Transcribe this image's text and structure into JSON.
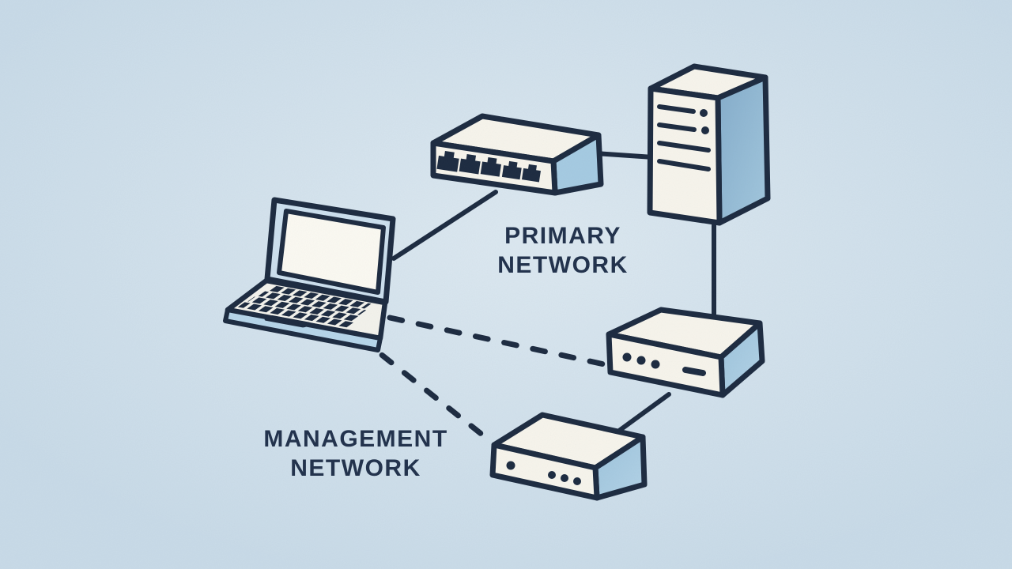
{
  "diagram": {
    "labels": {
      "primary_network": "PRIMARY\nNETWORK",
      "management_network": "MANAGEMENT\nNETWORK"
    },
    "palette": {
      "background": "#c9dbe8",
      "outline": "#1d2b40",
      "device_face": "#f8f5ec",
      "device_side_blue": "#8fb6d3",
      "laptop_bezel": "#cde0ee",
      "laptop_base_strip": "#b7d6ea",
      "label_text": "#23334d"
    },
    "devices": [
      {
        "icon": "switch-icon",
        "description": "5-port network switch",
        "ports": 5
      },
      {
        "icon": "server-icon",
        "description": "server tower with vent lines and 2 LEDs"
      },
      {
        "icon": "laptop-icon",
        "description": "open laptop with keyboard"
      },
      {
        "icon": "appliance-primary-icon",
        "description": "flat network appliance with 3 LEDs and slot"
      },
      {
        "icon": "appliance-management-icon",
        "description": "flat network appliance with 4 LEDs"
      }
    ],
    "connections": [
      {
        "from": "laptop",
        "to": "switch",
        "style": "solid"
      },
      {
        "from": "switch",
        "to": "server",
        "style": "solid"
      },
      {
        "from": "server",
        "to": "appliance-primary",
        "style": "solid"
      },
      {
        "from": "appliance-primary",
        "to": "appliance-management",
        "style": "solid"
      },
      {
        "from": "laptop",
        "to": "appliance-primary",
        "style": "dashed"
      },
      {
        "from": "laptop",
        "to": "appliance-management",
        "style": "dashed"
      }
    ]
  }
}
